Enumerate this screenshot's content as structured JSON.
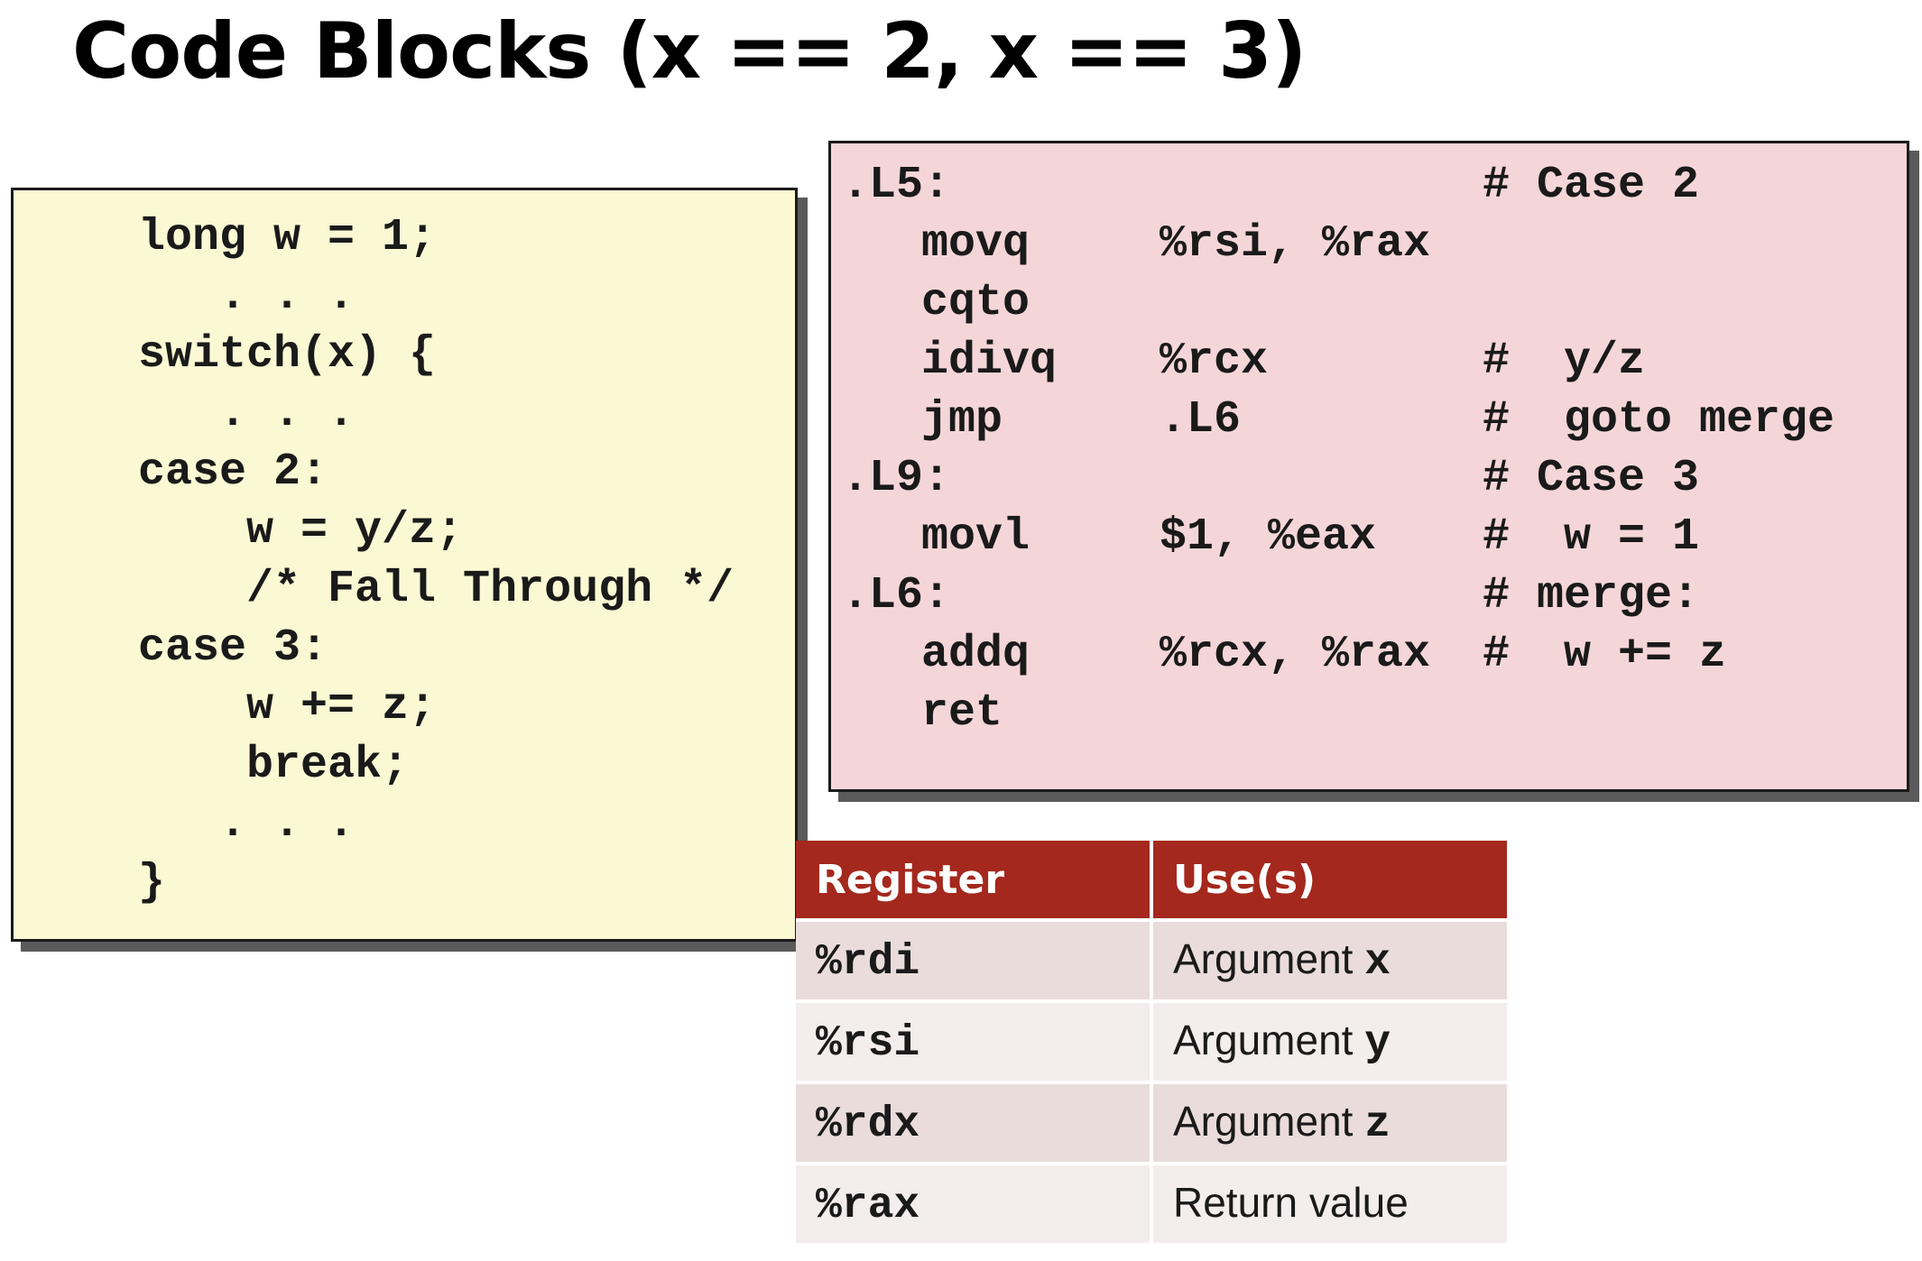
{
  "title": "Code Blocks (x == 2, x == 3)",
  "c_code": [
    "long w = 1;",
    "   . . .",
    "switch(x) {",
    "   . . .",
    "case 2:",
    "    w = y/z;",
    "    /* Fall Through */",
    "case 3:",
    "    w += z;",
    "    break;",
    "   . . .",
    "}"
  ],
  "asm_code": [
    {
      "label": ".L5:",
      "op": "",
      "args": "",
      "comment": "# Case 2"
    },
    {
      "label": "",
      "op": "movq",
      "args": "%rsi, %rax",
      "comment": ""
    },
    {
      "label": "",
      "op": "cqto",
      "args": "",
      "comment": ""
    },
    {
      "label": "",
      "op": "idivq",
      "args": "%rcx",
      "comment": "#  y/z"
    },
    {
      "label": "",
      "op": "jmp",
      "args": ".L6",
      "comment": "#  goto merge"
    },
    {
      "label": ".L9:",
      "op": "",
      "args": "",
      "comment": "# Case 3"
    },
    {
      "label": "",
      "op": "movl",
      "args": "$1, %eax",
      "comment": "#  w = 1"
    },
    {
      "label": ".L6:",
      "op": "",
      "args": "",
      "comment": "# merge:"
    },
    {
      "label": "",
      "op": "addq",
      "args": "%rcx, %rax",
      "comment": "#  w += z"
    },
    {
      "label": "",
      "op": "ret",
      "args": "",
      "comment": ""
    }
  ],
  "register_table": {
    "headers": [
      "Register",
      "Use(s)"
    ],
    "rows": [
      {
        "register": "%rdi",
        "use": "Argument ",
        "arg": "x"
      },
      {
        "register": "%rsi",
        "use": "Argument ",
        "arg": "y"
      },
      {
        "register": "%rdx",
        "use": "Argument ",
        "arg": "z"
      },
      {
        "register": "%rax",
        "use": "Return value",
        "arg": ""
      }
    ]
  },
  "colors": {
    "c_box_bg": "#fbf8d4",
    "asm_box_bg": "#f5d6d8",
    "table_header_bg": "#a4281d"
  }
}
